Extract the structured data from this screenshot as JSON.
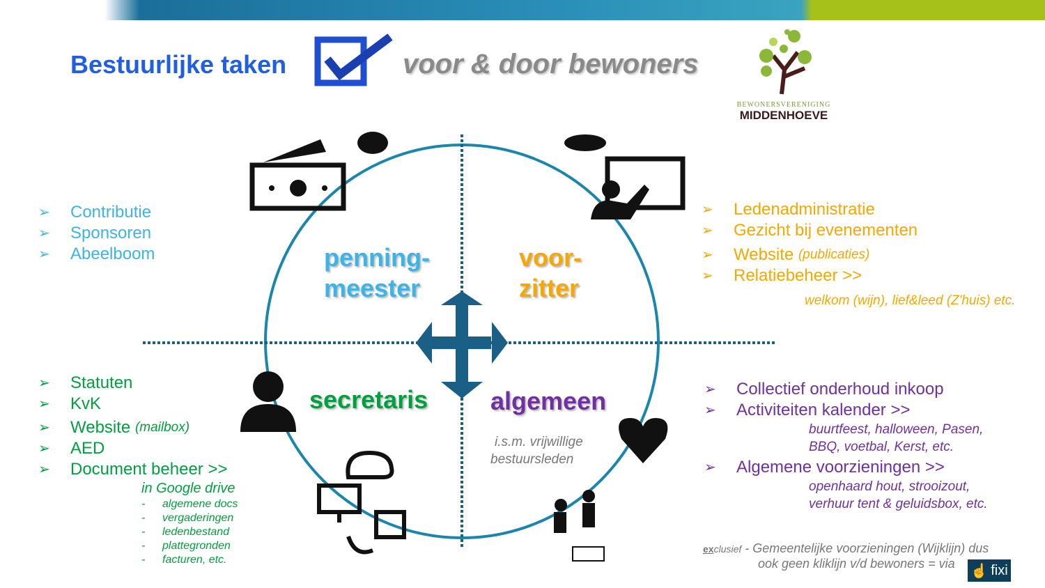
{
  "header": {
    "title": "Bestuurlijke taken",
    "subtitle": "voor & door bewoners"
  },
  "logo": {
    "line1": "BEWONERSVERENIGING",
    "line2": "MIDDENHOEVE"
  },
  "bullet_glyph": "➢",
  "penningmeester": {
    "role_line1": "penning-",
    "role_line2": "meester",
    "items": [
      "Contributie",
      "Sponsoren",
      "Abeelboom"
    ],
    "color": "#3cb4e6"
  },
  "voorzitter": {
    "role_line1": "voor-",
    "role_line2": "zitter",
    "items": [
      {
        "label": "Ledenadministratie"
      },
      {
        "label": "Gezicht bij evenementen"
      },
      {
        "label": "Website",
        "note": "(publicaties)"
      },
      {
        "label": "Relatiebeheer >>"
      }
    ],
    "extra": "welkom (wijn), lief&leed (Z'huis) etc.",
    "color": "#f5a800"
  },
  "secretaris": {
    "role": "secretaris",
    "items": [
      {
        "label": "Statuten"
      },
      {
        "label": "KvK"
      },
      {
        "label": "Website",
        "note": "(mailbox)"
      },
      {
        "label": "AED"
      },
      {
        "label": "Document beheer >>"
      }
    ],
    "drive_label": "in Google drive",
    "drive_items": [
      "algemene docs",
      "vergaderingen",
      "ledenbestand",
      "plattegronden",
      "facturen, etc."
    ],
    "color": "#00a040"
  },
  "algemeen": {
    "role": "algemeen",
    "note_line1": "i.s.m. vrijwillige",
    "note_line2": "bestuursleden",
    "items": [
      "Collectief onderhoud inkoop",
      "Activiteiten kalender >>",
      "Algemene voorzieningen >>"
    ],
    "activiteiten_detail": [
      "buurtfeest, halloween, Pasen,",
      "BBQ, voetbal, Kerst, etc."
    ],
    "voorzieningen_detail": [
      "openhaard hout, strooizout,",
      "verhuur tent & geluidsbox, etc."
    ],
    "color": "#7030a0"
  },
  "footer": {
    "prefix_bold": "ex",
    "prefix_rest": "clusief",
    "line1": " - Gemeentelijke voorzieningen (Wijklijn) dus",
    "line2": "ook geen kliklijn v/d bewoners = via",
    "fixi_label": "fixi"
  }
}
